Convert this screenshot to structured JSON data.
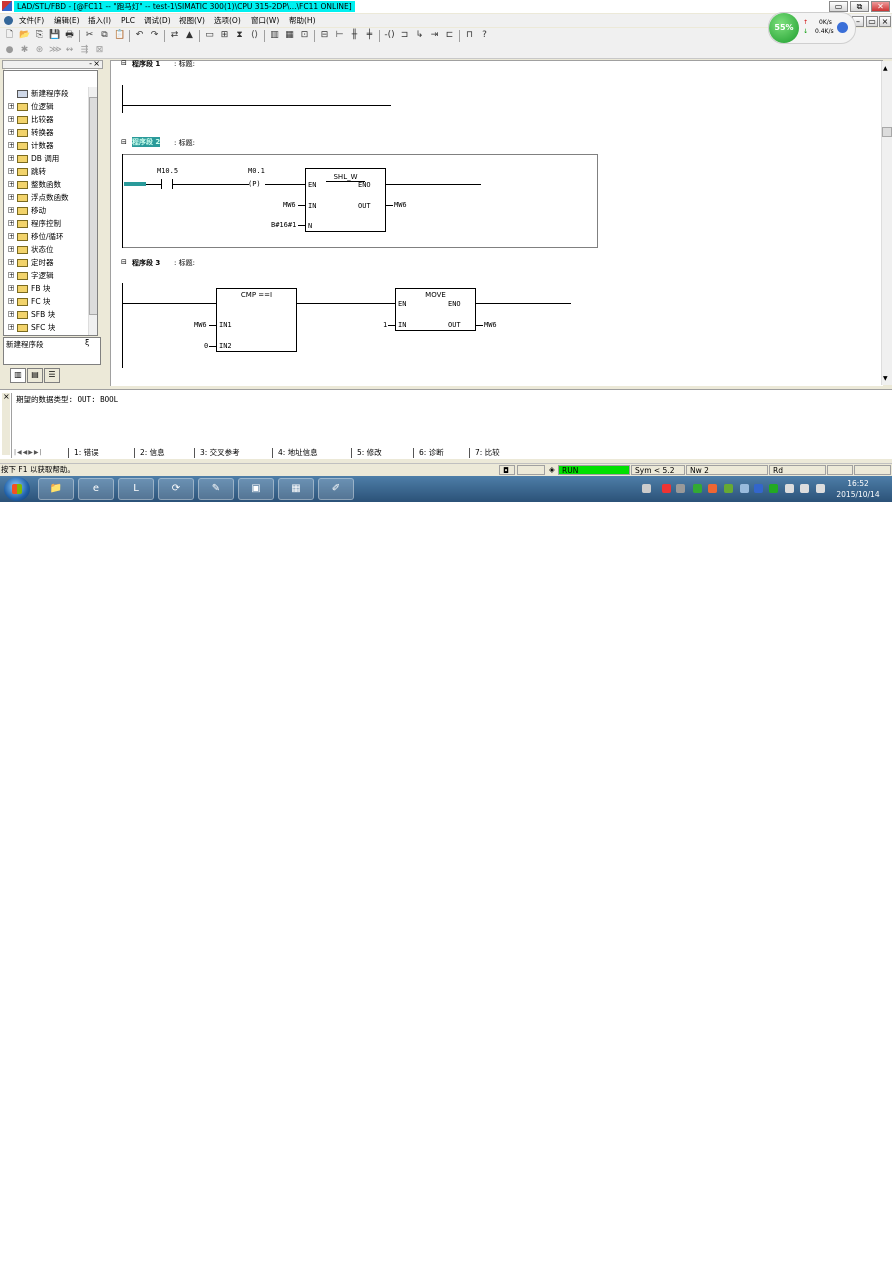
{
  "window": {
    "title": "LAD/STL/FBD  - [@FC11 -- \"跑马灯\" -- test-1\\SIMATIC 300(1)\\CPU 315-2DP\\...\\FC11  ONLINE]",
    "controls": [
      "▭",
      "⧉",
      "✕"
    ]
  },
  "menu": {
    "items": [
      "文件(F)",
      "编辑(E)",
      "插入(I)",
      "PLC",
      "调试(D)",
      "视图(V)",
      "选项(O)",
      "窗口(W)",
      "帮助(H)"
    ]
  },
  "net_monitor": {
    "percent": "55%",
    "up": "0K/s",
    "down": "0.4K/s"
  },
  "toolbar": {
    "row1": [
      "🗋",
      "📂",
      "⎘",
      "💾",
      "🖶",
      "✂",
      "⧉",
      "📋",
      "↶",
      "↷",
      "⇄",
      "▲",
      "▭",
      "⊞",
      "⧗",
      "⟨⟩",
      "▥",
      "▦",
      "⊡",
      "⊟",
      "⊢",
      "╫",
      "╪",
      "-()",
      "⊐",
      "↳",
      "⇥",
      "⊏",
      "⊓",
      "?"
    ],
    "row2": [
      "●",
      "✱",
      "⊛",
      "⋙",
      "↭",
      "⇶",
      "⊠"
    ]
  },
  "left_panel": {
    "items": [
      {
        "label": "新建程序段",
        "expand": false
      },
      {
        "label": "位逻辑",
        "expand": true
      },
      {
        "label": "比较器",
        "expand": true
      },
      {
        "label": "转换器",
        "expand": true
      },
      {
        "label": "计数器",
        "expand": true
      },
      {
        "label": "DB 调用",
        "expand": true
      },
      {
        "label": "跳转",
        "expand": true
      },
      {
        "label": "整数函数",
        "expand": true
      },
      {
        "label": "浮点数函数",
        "expand": true
      },
      {
        "label": "移动",
        "expand": true
      },
      {
        "label": "程序控制",
        "expand": true
      },
      {
        "label": "移位/循环",
        "expand": true
      },
      {
        "label": "状态位",
        "expand": true
      },
      {
        "label": "定时器",
        "expand": true
      },
      {
        "label": "字逻辑",
        "expand": true
      },
      {
        "label": "FB 块",
        "expand": true
      },
      {
        "label": "FC 块",
        "expand": true
      },
      {
        "label": "SFB 块",
        "expand": true
      },
      {
        "label": "SFC 块",
        "expand": true
      }
    ],
    "description": "新建程序段",
    "tabs": [
      "▥",
      "▤",
      "☰"
    ]
  },
  "editor": {
    "network1": {
      "header": "程序段 1",
      "comment": ": 标题:"
    },
    "network2": {
      "header": "程序段 2",
      "comment": ": 标题:",
      "contact_label": "M10.5",
      "coil_label": "M0.1",
      "coil_text": "(P)",
      "block_name": "SHL_W",
      "pins": {
        "en": "EN",
        "eno": "ENO",
        "in": "IN",
        "out": "OUT",
        "n": "N"
      },
      "in_value": "MW6",
      "out_value": "MW6",
      "n_value": "B#16#1"
    },
    "network3": {
      "header": "程序段 3",
      "comment": ": 标题:",
      "cmp_name": "CMP ==I",
      "cmp_in1": "IN1",
      "cmp_in2": "IN2",
      "cmp_in1_value": "MW6",
      "cmp_in2_value": "0",
      "move_name": "MOVE",
      "move_en": "EN",
      "move_eno": "ENO",
      "move_in": "IN",
      "move_out": "OUT",
      "move_in_value": "1",
      "move_out_value": "MW6"
    },
    "collapse_glyph": "⊟"
  },
  "info_panel": {
    "message": "期望的数据类型: OUT: BOOL",
    "tabs": [
      "1: 错误",
      "2: 信息",
      "3: 交叉参考",
      "4: 地址信息",
      "5: 修改",
      "6: 诊断",
      "7: 比较"
    ]
  },
  "statusbar": {
    "help": "按下 F1 以获取帮助。",
    "run": "RUN",
    "sym": "Sym < 5.2",
    "nw": "Nw 2",
    "rd": "Rd",
    "run_color": "#00e000"
  },
  "taskbar": {
    "apps": [
      "📁",
      "e",
      "L",
      "⟳",
      "✎",
      "▣",
      "▦",
      "✐"
    ],
    "time": "16:52",
    "date": "2015/10/14"
  }
}
